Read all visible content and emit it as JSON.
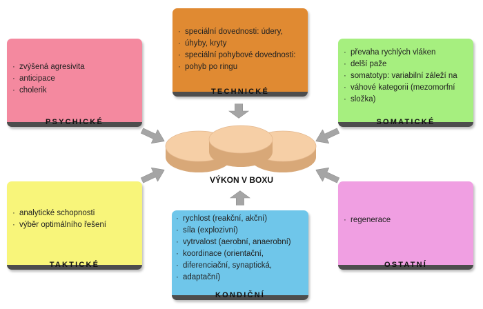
{
  "center": {
    "label": "VÝKON V BOXU"
  },
  "boxes": {
    "technicke": {
      "title": "TECHNICKÉ",
      "items": [
        "speciální dovednosti: údery,",
        "úhyby, kryty",
        "speciální pohybové dovednosti:",
        "pohyb po ringu"
      ],
      "color": "#e08a32"
    },
    "psychicke": {
      "title": "PSYCHICKÉ",
      "items": [
        "zvýšená agresivita",
        "anticipace",
        "cholerik"
      ],
      "color": "#f4899f"
    },
    "somaticke": {
      "title": "SOMATICKÉ",
      "items": [
        "převaha rychlých vláken",
        "delší paže",
        "somatotyp: variabilní záleží na",
        "váhové kategorii (mezomorfní",
        "složka)"
      ],
      "color": "#a6ef7f"
    },
    "takticke": {
      "title": "TAKTICKÉ",
      "items": [
        "analytické schopnosti",
        "výběr optimálního řešení"
      ],
      "color": "#f8f57a"
    },
    "kondicni": {
      "title": "KONDIČNÍ",
      "items": [
        "rychlost (reakční, akční)",
        "síla (explozivní)",
        "vytrvalost (aerobní, anaerobní)",
        "koordinace (orientační,",
        "diferenciační, synaptická,",
        "adaptační)"
      ],
      "color": "#6fc6ea"
    },
    "ostatni": {
      "title": "OSTATNÍ",
      "items": [
        "regenerace"
      ],
      "color": "#f09fe2"
    }
  },
  "colors": {
    "bar": "#4d4d4d",
    "arrow": "#a5a5a5",
    "coin_top": "#f6cfa6",
    "coin_side": "#d8a878"
  }
}
